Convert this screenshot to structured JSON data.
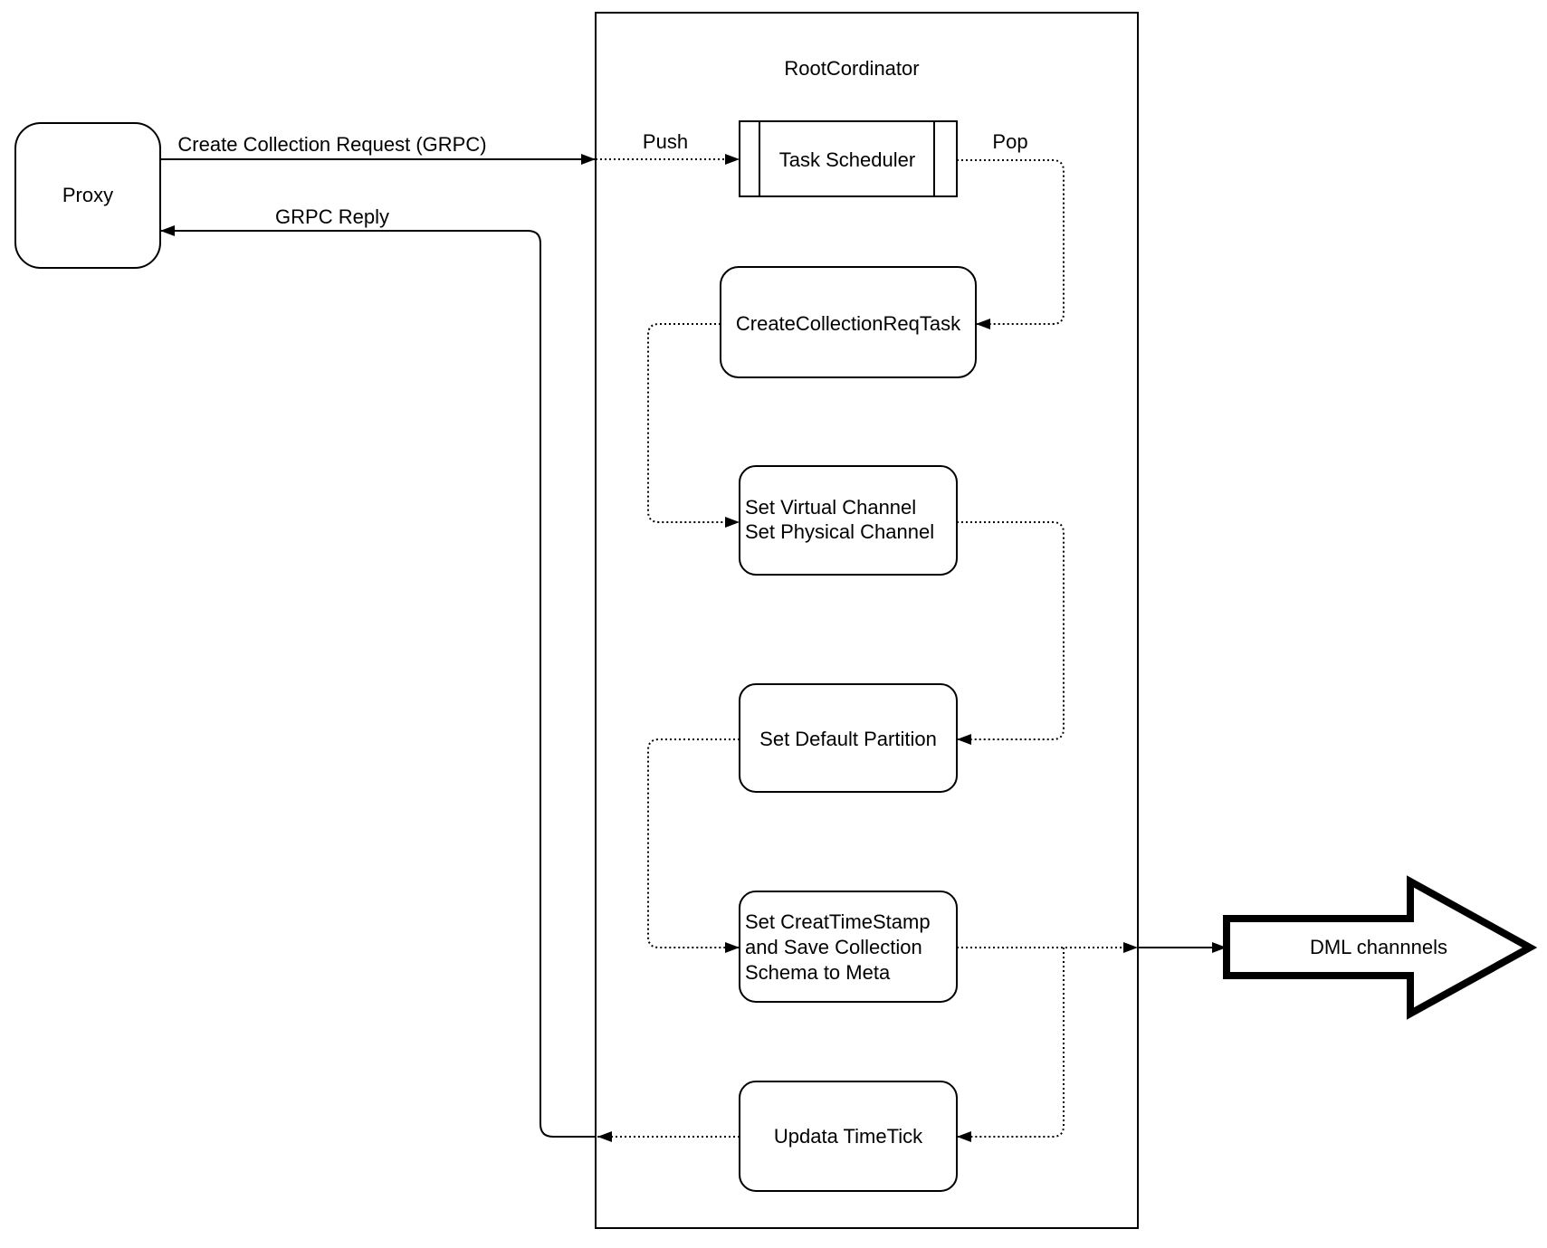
{
  "colors": {
    "line": "#000000",
    "background": "#ffffff"
  },
  "proxy": {
    "label": "Proxy"
  },
  "container": {
    "title": "RootCordinator"
  },
  "edges": {
    "request_label": "Create Collection Request (GRPC)",
    "reply_label": "GRPC Reply",
    "push_label": "Push",
    "pop_label": "Pop"
  },
  "nodes": {
    "task_scheduler": {
      "label": "Task Scheduler"
    },
    "create_collection_req_task": {
      "label": "CreateCollectionReqTask"
    },
    "set_channel": {
      "lines": [
        "Set Virtual Channel",
        "Set Physical Channel"
      ]
    },
    "set_default_partition": {
      "label": "Set Default Partition"
    },
    "set_timestamp": {
      "lines": [
        "Set CreatTimeStamp",
        "and Save Collection",
        "Schema to Meta"
      ]
    },
    "update_timetick": {
      "label": "Updata TimeTick"
    }
  },
  "dml": {
    "label": "DML channnels"
  }
}
